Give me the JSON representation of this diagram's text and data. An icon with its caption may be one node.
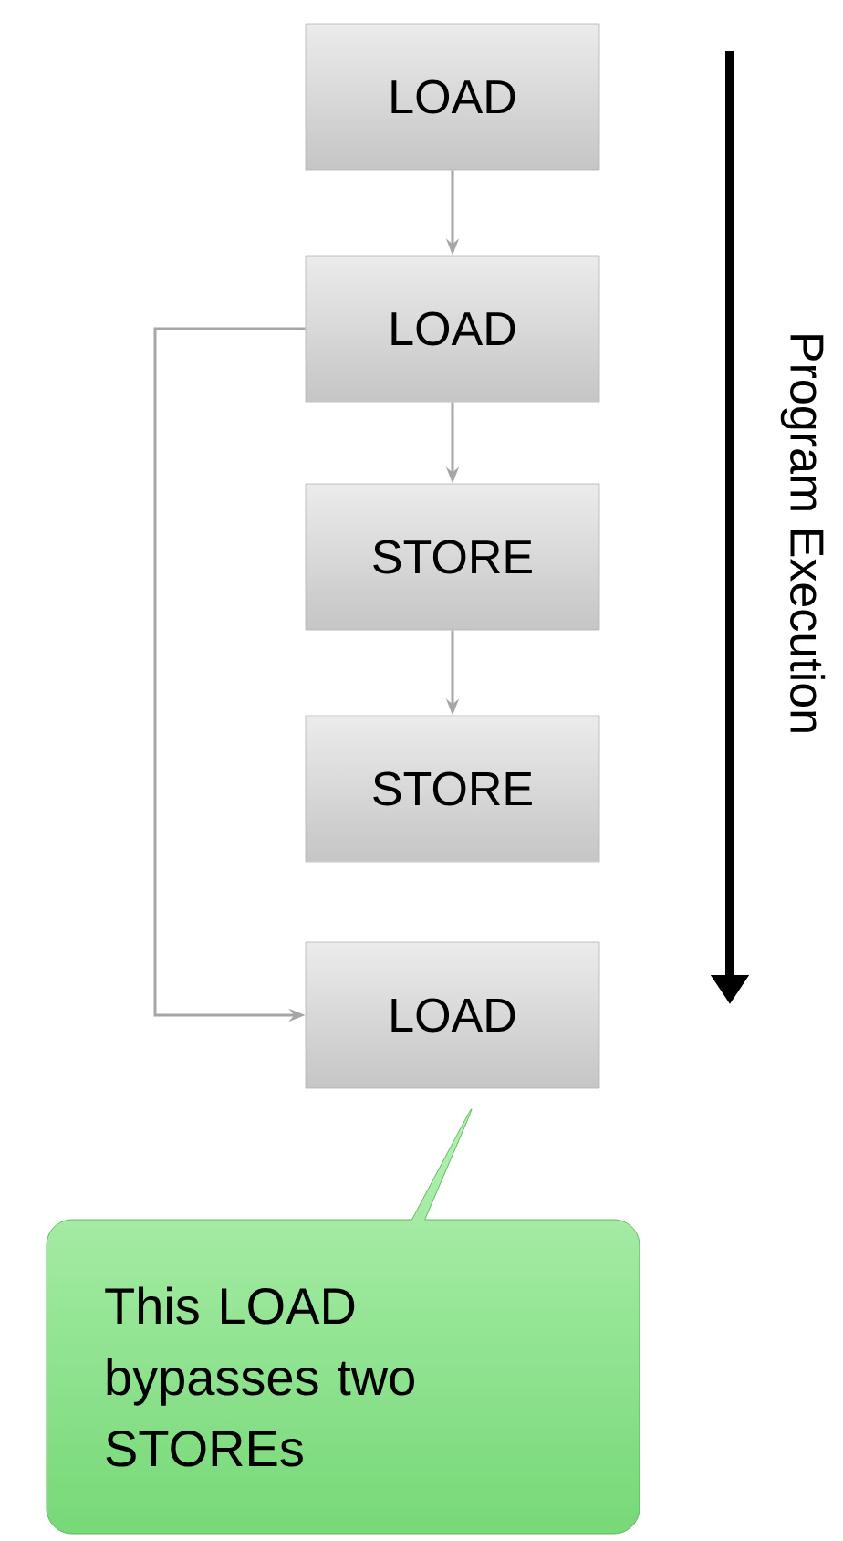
{
  "diagram": {
    "nodes": [
      {
        "text": [
          "LOAD"
        ]
      },
      {
        "text": [
          "LOAD"
        ]
      },
      {
        "text": [
          "STORE"
        ]
      },
      {
        "text": [
          "STORE"
        ]
      },
      {
        "text": [
          "LOAD"
        ]
      },
      {
        "text": [
          "This LOAD bypasses two STOREs"
        ]
      }
    ],
    "edges": [
      {
        "from": 0,
        "to": 1,
        "arrow": "to"
      },
      {
        "from": 1,
        "to": 2,
        "arrow": "to"
      },
      {
        "from": 2,
        "to": 3,
        "arrow": "to"
      },
      {
        "from": 1,
        "to": 4,
        "arrow": "to"
      }
    ],
    "labels": [
      "Program Execution"
    ]
  }
}
